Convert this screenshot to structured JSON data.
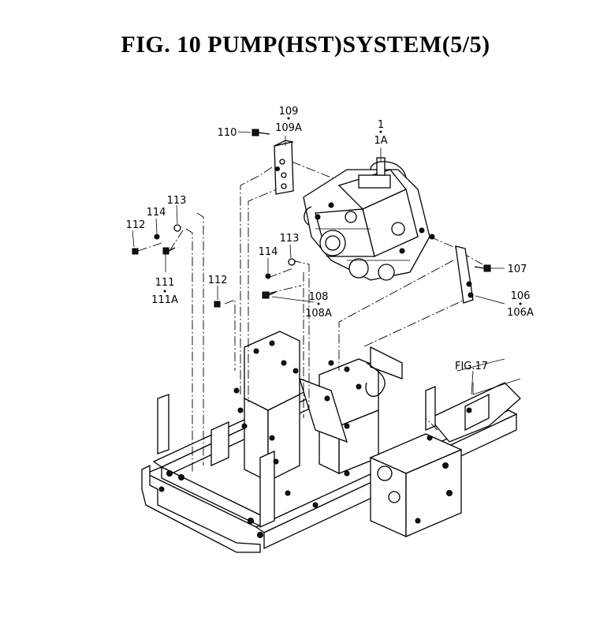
{
  "title": "FIG. 10  PUMP(HST)SYSTEM(5/5)",
  "callouts": {
    "c1": "1",
    "c1a": "1A",
    "c106": "106",
    "c106a": "106A",
    "c107": "107",
    "c108": "108",
    "c108a": "108A",
    "c109": "109",
    "c109a": "109A",
    "c110": "110",
    "c111": "111",
    "c111a": "111A",
    "c112a": "112",
    "c112b": "112",
    "c113a": "113",
    "c113b": "113",
    "c114a": "114",
    "c114b": "114",
    "fig17": "FIG.17"
  }
}
